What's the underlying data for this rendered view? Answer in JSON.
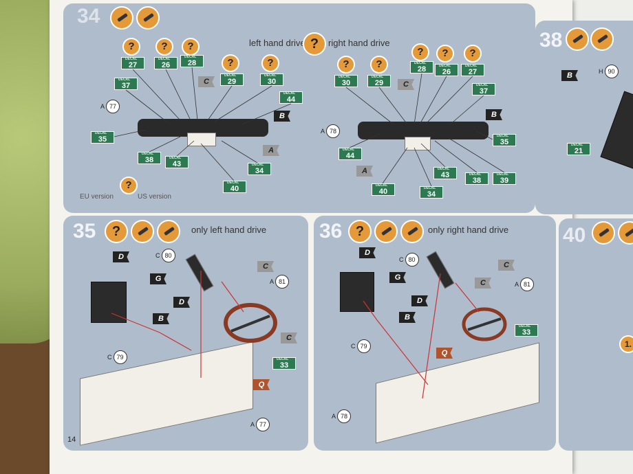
{
  "page_number": "14",
  "steps": {
    "s34": {
      "number": "34",
      "lhd_label": "left hand drive",
      "rhd_label": "right hand drive"
    },
    "s35": {
      "number": "35",
      "caption": "only left hand drive"
    },
    "s36": {
      "number": "36",
      "caption": "only right hand drive"
    },
    "s38": {
      "number": "38"
    },
    "s40": {
      "number": "40"
    }
  },
  "lhd_decals": [
    "27",
    "26",
    "28",
    "29",
    "30",
    "37",
    "44",
    "35",
    "38",
    "43",
    "34",
    "40"
  ],
  "rhd_decals": [
    "30",
    "29",
    "28",
    "26",
    "27",
    "37",
    "44",
    "35",
    "43",
    "38",
    "39",
    "40",
    "34"
  ],
  "s35_decal": "33",
  "s36_decal": "33",
  "s38_decal": "21",
  "flags": {
    "A": "A",
    "B": "B",
    "C": "C",
    "D": "D",
    "G": "G",
    "Q": "Q"
  },
  "parts": {
    "p77": {
      "prefix": "A",
      "num": "77"
    },
    "p78": {
      "prefix": "A",
      "num": "78"
    },
    "p79": {
      "prefix": "C",
      "num": "79"
    },
    "p80": {
      "prefix": "C",
      "num": "80"
    },
    "p81": {
      "prefix": "A",
      "num": "81"
    },
    "p90": {
      "prefix": "H",
      "num": "90"
    }
  },
  "eu_version": "EU version",
  "us_version": "US version",
  "side_note": "1."
}
